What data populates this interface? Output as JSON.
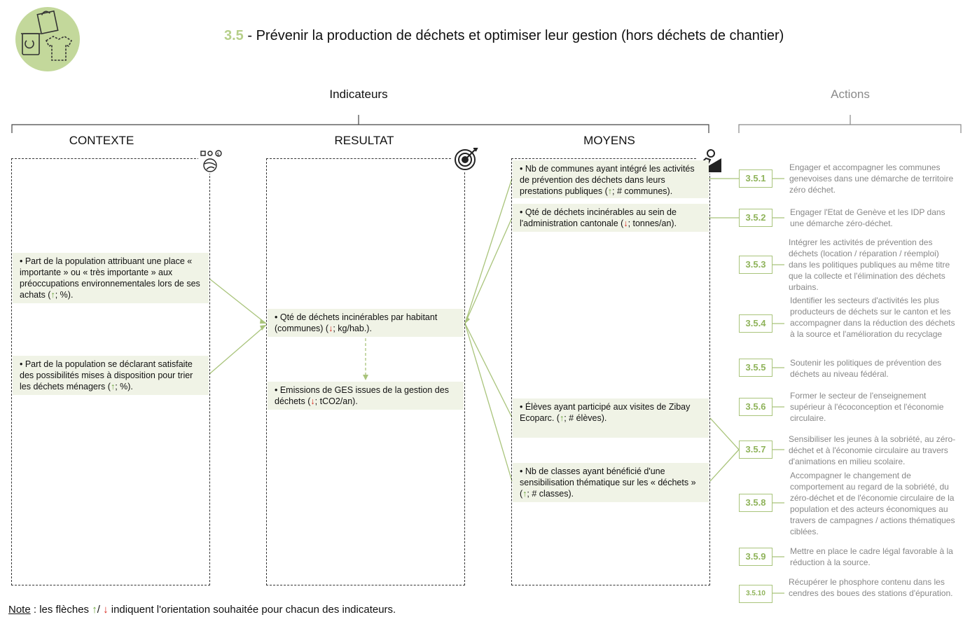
{
  "header": {
    "section_number": "3.5",
    "title_rest": "- Prévenir la production de déchets et optimiser leur gestion (hors déchets de chantier)"
  },
  "groups": {
    "indicateurs": "Indicateurs",
    "actions": "Actions"
  },
  "columns": {
    "contexte": "CONTEXTE",
    "resultat": "RESULTAT",
    "moyens": "MOYENS"
  },
  "icons": {
    "logo": "waste-recycling-logo-icon",
    "contexte": "people-globe-icon",
    "resultat": "target-icon",
    "moyens": "person-pushing-uphill-icon"
  },
  "contexte": [
    {
      "before": "• Part de la population attribuant une place « importante » ou « très importante » aux préoccupations environnementales lors de ses achats (",
      "arrow": "↑",
      "after": "; %)."
    },
    {
      "before": "• Part de la population se déclarant satisfaite des possibilités mises à disposition pour trier les déchets ménagers (",
      "arrow": "↑",
      "after": "; %)."
    }
  ],
  "resultat": [
    {
      "before": "• Qté de déchets incinérables par habitant (communes) (",
      "arrow": "↓",
      "after": "; kg/hab.)."
    },
    {
      "before": "• Emissions de GES issues de la gestion des déchets (",
      "arrow": "↓",
      "after": "; tCO2/an)."
    }
  ],
  "moyens": [
    {
      "before": "• Nb de communes ayant intégré les activités de prévention des déchets dans leurs prestations publiques (",
      "arrow": "↑",
      "after": "; # communes)."
    },
    {
      "before": "• Qté de déchets incinérables au sein de l'administration cantonale (",
      "arrow": "↓",
      "after": "; tonnes/an)."
    },
    {
      "before": "• Élèves ayant participé aux visites de Zibay Ecoparc. (",
      "arrow": "↑",
      "after": "; # élèves)."
    },
    {
      "before": "• Nb de classes ayant bénéficié d'une sensibilisation thématique sur les « déchets » (",
      "arrow": "↑",
      "after": "; # classes)."
    }
  ],
  "actions": [
    {
      "id": "3.5.1",
      "text": "Engager et accompagner les communes genevoises dans une démarche de territoire zéro déchet."
    },
    {
      "id": "3.5.2",
      "text": "Engager l'Etat de Genève et les IDP dans une démarche zéro-déchet."
    },
    {
      "id": "3.5.3",
      "text": "Intégrer les activités de prévention des déchets (location / réparation / réemploi) dans les politiques publiques au même titre que la collecte et l'élimination des déchets urbains."
    },
    {
      "id": "3.5.4",
      "text": "Identifier les secteurs d'activités les plus producteurs de déchets sur le canton et les accompagner dans la réduction des déchets à la source et l'amélioration du recyclage"
    },
    {
      "id": "3.5.5",
      "text": "Soutenir les politiques de prévention des déchets au niveau fédéral."
    },
    {
      "id": "3.5.6",
      "text": "Former le secteur de l'enseignement supérieur à l'écoconception et l'économie circulaire."
    },
    {
      "id": "3.5.7",
      "text": "Sensibiliser les jeunes à la sobriété, au zéro-déchet et à l'économie circulaire au travers d'animations en milieu scolaire."
    },
    {
      "id": "3.5.8",
      "text": "Accompagner le changement de comportement au regard de la sobriété, du zéro-déchet et de l'économie circulaire de la population et des acteurs économiques au travers de campagnes / actions thématiques ciblées."
    },
    {
      "id": "3.5.9",
      "text": "Mettre en place le cadre légal favorable à la réduction à la source."
    },
    {
      "id": "3.5.10",
      "text": "Récupérer le phosphore contenu dans les cendres des boues des stations d'épuration."
    }
  ],
  "note": {
    "label": "Note",
    "text_before": " : les flèches ",
    "up": "↑",
    "sep": "/ ",
    "down": "↓",
    "text_after": " indiquent l'orientation souhaitée pour chacun des indicateurs."
  },
  "colors": {
    "accent_green": "#b6cf8a",
    "line_green": "#a9c47b",
    "box_fill": "#f0f3e6",
    "up_arrow": "#6aa33a",
    "down_arrow": "#d9261c",
    "logo_circle": "#c3d89b"
  }
}
